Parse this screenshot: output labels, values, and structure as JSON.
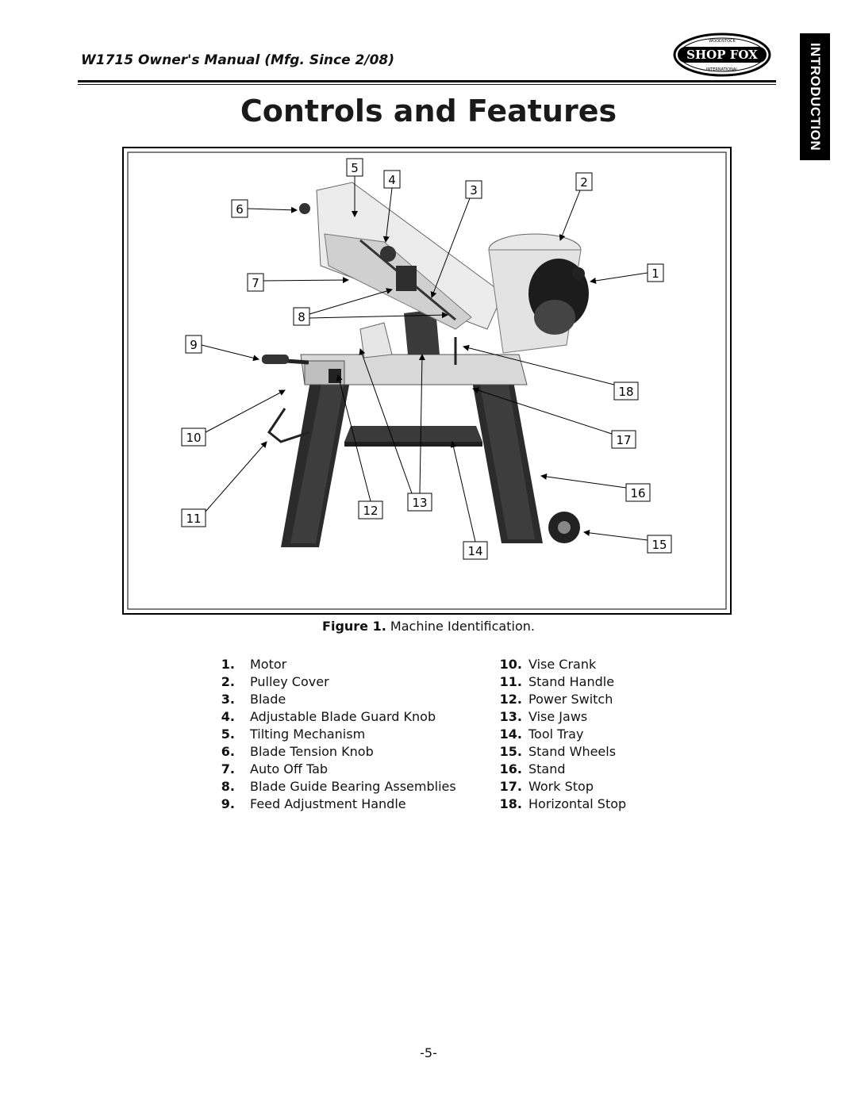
{
  "header": {
    "title": "W1715 Owner's Manual (Mfg. Since 2/08)",
    "logo_text": "SHOP FOX",
    "logo_ring_top": "WOODSTOCK",
    "logo_ring_bottom": "INTERNATIONAL"
  },
  "side_tab": {
    "label": "INTRODUCTION"
  },
  "page_title": "Controls and Features",
  "figure": {
    "callouts": [
      "1",
      "2",
      "3",
      "4",
      "5",
      "6",
      "7",
      "8",
      "9",
      "10",
      "11",
      "12",
      "13",
      "14",
      "15",
      "16",
      "17",
      "18"
    ]
  },
  "caption": {
    "prefix": "Figure 1.",
    "text": "Machine Identification."
  },
  "parts_left": [
    {
      "num": "1.",
      "label": "Motor"
    },
    {
      "num": "2.",
      "label": "Pulley Cover"
    },
    {
      "num": "3.",
      "label": "Blade"
    },
    {
      "num": "4.",
      "label": "Adjustable Blade Guard Knob"
    },
    {
      "num": "5.",
      "label": "Tilting Mechanism"
    },
    {
      "num": "6.",
      "label": "Blade Tension Knob"
    },
    {
      "num": "7.",
      "label": "Auto Off Tab"
    },
    {
      "num": "8.",
      "label": "Blade Guide Bearing Assemblies"
    },
    {
      "num": "9.",
      "label": "Feed Adjustment Handle"
    }
  ],
  "parts_right": [
    {
      "num": "10.",
      "label": "Vise Crank"
    },
    {
      "num": "11.",
      "label": "Stand Handle"
    },
    {
      "num": "12.",
      "label": "Power Switch"
    },
    {
      "num": "13.",
      "label": "Vise Jaws"
    },
    {
      "num": "14.",
      "label": "Tool Tray"
    },
    {
      "num": "15.",
      "label": "Stand Wheels"
    },
    {
      "num": "16.",
      "label": "Stand"
    },
    {
      "num": "17.",
      "label": "Work Stop"
    },
    {
      "num": "18.",
      "label": "Horizontal Stop"
    }
  ],
  "page_number": "-5-"
}
